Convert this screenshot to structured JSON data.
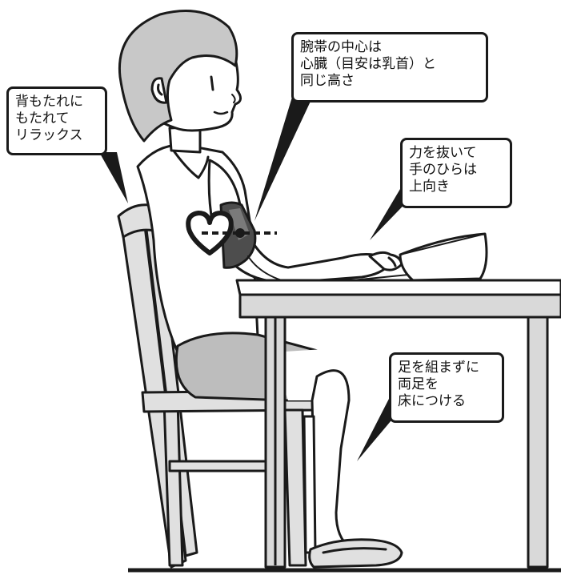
{
  "callouts": {
    "backrest": {
      "lines": [
        "背もたれに",
        "もたれて",
        "リラックス"
      ]
    },
    "cuff_center": {
      "lines": [
        "腕帯の中心は",
        "心臓（目安は乳首）と",
        "同じ高さ"
      ]
    },
    "palm": {
      "lines": [
        "力を抜いて",
        "手のひらは",
        "上向き"
      ]
    },
    "feet": {
      "lines": [
        "足を組まずに",
        "両足を",
        "床につける"
      ]
    }
  },
  "colors": {
    "line": "#1a1a1a",
    "shirt": "#ffffff",
    "shorts": "#bdbdbd",
    "skin": "#ffffff",
    "wood": "#d9d9d9",
    "cuff": "#4d4d4d",
    "hair": "#c8c8c8"
  }
}
